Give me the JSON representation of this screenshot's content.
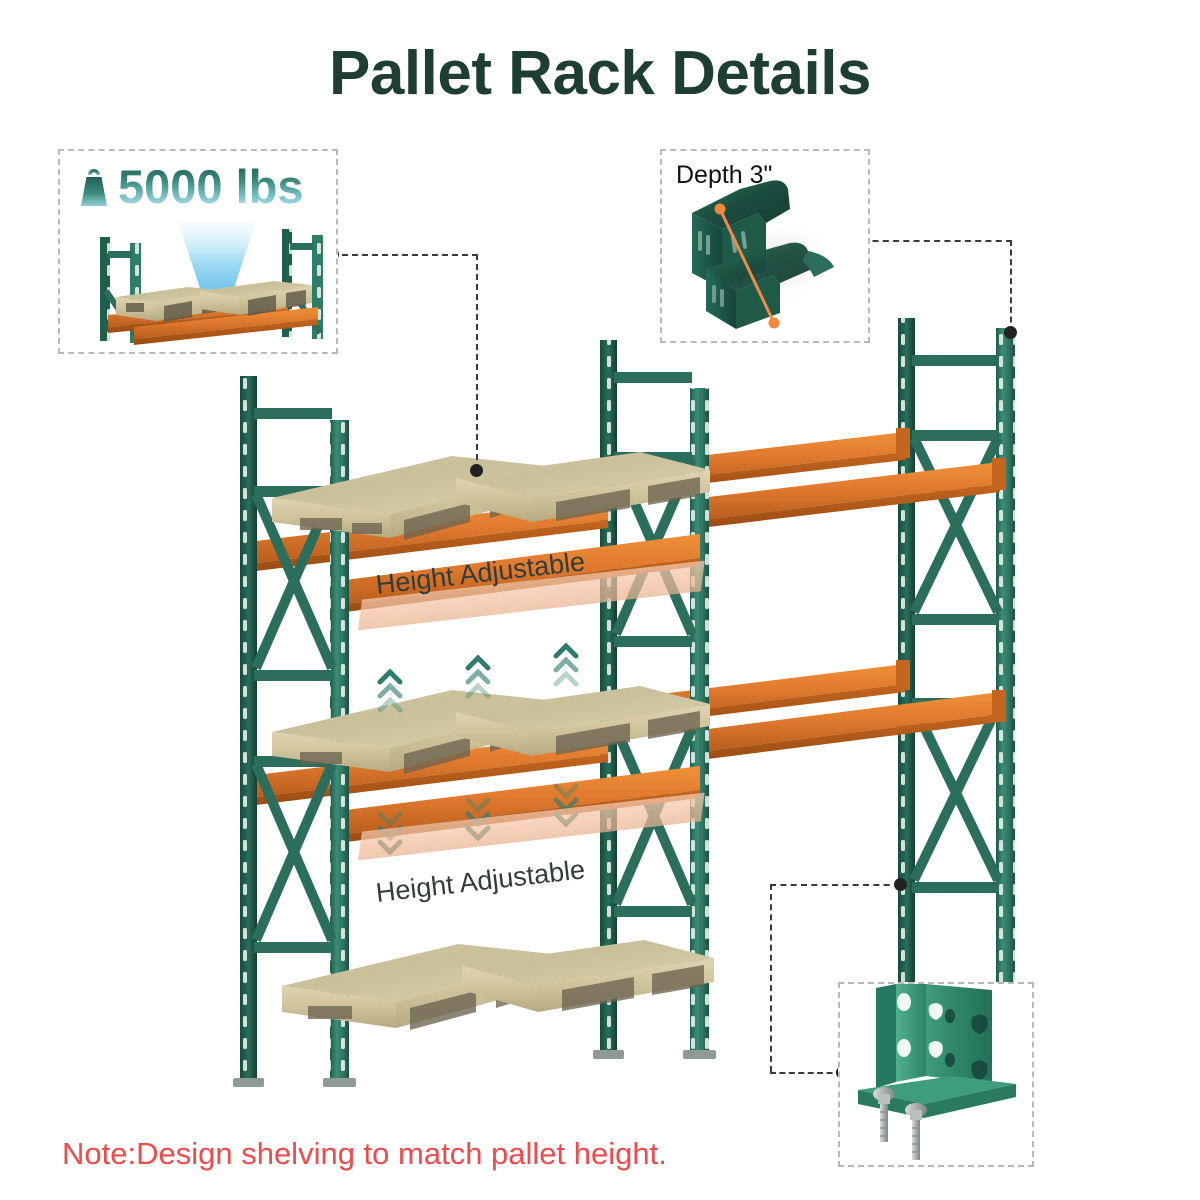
{
  "header": {
    "title": "Pallet Rack Details"
  },
  "footer": {
    "note": "Note:Design shelving to match pallet height."
  },
  "callouts": [
    {
      "id": "load-capacity",
      "label": "5000 lbs",
      "icon": "weight-icon",
      "description": "load capacity callout with weight icon and downward blue load arrow over two pallets on an orange beam"
    },
    {
      "id": "beam-depth",
      "label": "Depth 3\"",
      "icon": "beam-connector-icon",
      "description": "green beam end connector shown with orange dimension line"
    },
    {
      "id": "base-plate",
      "label": "",
      "icon": "base-plate-icon",
      "description": "green upright column foot plate with anchor bolts"
    }
  ],
  "annotations": {
    "height_adjustable_upper": "Height Adjustable",
    "height_adjustable_lower": "Height Adjustable"
  },
  "colors": {
    "title": "#1e3d34",
    "note": "#f04a4a",
    "upright_green": "#2e7d68",
    "upright_green_dark": "#1f5f4e",
    "beam_orange": "#e07a2f",
    "beam_orange_dark": "#b85d1c",
    "pallet_osb": "#cfc6a4",
    "pallet_osb_dark": "#a59a74",
    "load_gradient_top": "#1f5f52",
    "load_gradient_bottom": "#bfe3ef",
    "arrow_blue": "#4cb3e8",
    "ghost_beam": "#f2bd9c",
    "chevron_teal": "#2e7d6e",
    "leader_line": "#3a3a3a",
    "callout_border": "#b9b9b9"
  }
}
